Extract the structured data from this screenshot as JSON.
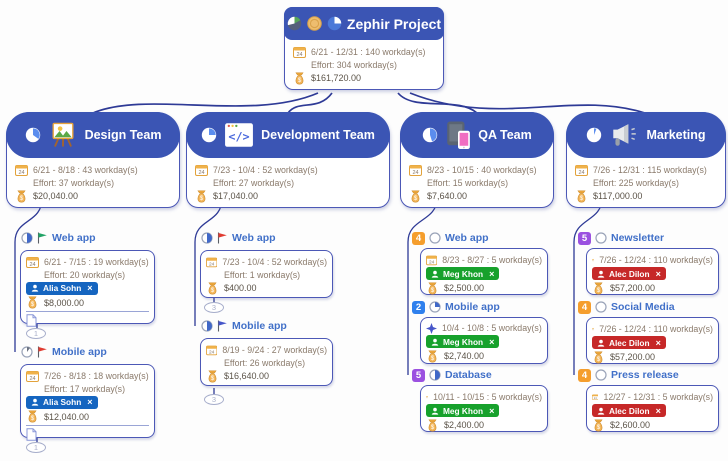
{
  "root": {
    "label": "Zephir Project",
    "date": "6/21 - 12/31 : 140 workday(s)",
    "effort": "Effort: 304 workday(s)",
    "cost": "$161,720.00"
  },
  "teams": [
    {
      "label": "Design Team",
      "icon": "easel-picture-icon",
      "pie": {
        "percent": 35,
        "color": "#5B8DEE"
      },
      "date": "6/21 - 8/18 : 43 workday(s)",
      "effort": "Effort: 37 workday(s)",
      "cost": "$20,040.00",
      "tasks": [
        {
          "label": "Web app",
          "progress": {
            "percent": 50,
            "color": "#4169C8"
          },
          "flag_color": "#21A366",
          "date": "6/21 - 7/15 : 19 workday(s)",
          "effort": "Effort: 20 workday(s)",
          "assignee": "Alia Sohn",
          "tag_color": "#1565C0",
          "remove_label": "×",
          "cost": "$8,000.00",
          "hidden_count": "1"
        },
        {
          "label": "Mobile app",
          "progress": {
            "percent": 10,
            "color": "#6B7280"
          },
          "flag_color": "#E03C31",
          "date": "7/26 - 8/18 : 18 workday(s)",
          "effort": "Effort: 17 workday(s)",
          "assignee": "Alia Sohn",
          "tag_color": "#1565C0",
          "remove_label": "×",
          "cost": "$12,040.00",
          "hidden_count": "1"
        }
      ]
    },
    {
      "label": "Development Team",
      "icon": "code-window-icon",
      "pie": {
        "percent": 25,
        "color": "#5B8DEE"
      },
      "date": "7/23 - 10/4 : 52 workday(s)",
      "effort": "Effort: 27 workday(s)",
      "cost": "$17,040.00",
      "tasks": [
        {
          "label": "Web app",
          "progress": {
            "percent": 50,
            "color": "#4169C8"
          },
          "flag_color": "#E03C31",
          "date": "7/23 - 10/4 : 52 workday(s)",
          "effort": "Effort: 1 workday(s)",
          "cost": "$400.00",
          "hidden_count": "3"
        },
        {
          "label": "Mobile app",
          "progress": {
            "percent": 50,
            "color": "#4169C8"
          },
          "flag_color": "#4656C9",
          "date": "8/19 - 9/24 : 27 workday(s)",
          "effort": "Effort: 26 workday(s)",
          "cost": "$16,640.00",
          "hidden_count": "3"
        }
      ]
    },
    {
      "label": "QA Team",
      "icon": "devices-icon",
      "pie": {
        "percent": 45,
        "color": "#5B8DEE"
      },
      "date": "8/23 - 10/15 : 40 workday(s)",
      "effort": "Effort: 15 workday(s)",
      "cost": "$7,640.00",
      "tasks": [
        {
          "label": "Web app",
          "badge": {
            "text": "4",
            "color": "#F59E2D"
          },
          "progress": {
            "percent": 0,
            "color": "#4169C8"
          },
          "date": "8/23 - 8/27 : 5 workday(s)",
          "assignee": "Meg Khon",
          "tag_color": "#17A12C",
          "remove_label": "×",
          "cost": "$2,500.00"
        },
        {
          "label": "Mobile app",
          "badge": {
            "text": "2",
            "color": "#2F80ED"
          },
          "progress": {
            "percent": 25,
            "color": "#4169C8"
          },
          "date_icon": "milestone-diamond",
          "date": "10/4 - 10/8 : 5 workday(s)",
          "assignee": "Meg Khon",
          "tag_color": "#17A12C",
          "remove_label": "×",
          "cost": "$2,740.00"
        },
        {
          "label": "Database",
          "badge": {
            "text": "5",
            "color": "#9B51E0"
          },
          "progress": {
            "percent": 50,
            "color": "#4169C8"
          },
          "date": "10/11 - 10/15 : 5 workday(s)",
          "assignee": "Meg Khon",
          "tag_color": "#17A12C",
          "remove_label": "×",
          "cost": "$2,400.00"
        }
      ]
    },
    {
      "label": "Marketing",
      "icon": "megaphone-icon",
      "pie": {
        "percent": 6,
        "color": "#5B8DEE"
      },
      "date": "7/26 - 12/31 : 115 workday(s)",
      "effort": "Effort: 225 workday(s)",
      "cost": "$117,000.00",
      "tasks": [
        {
          "label": "Newsletter",
          "badge": {
            "text": "5",
            "color": "#9B51E0"
          },
          "progress": {
            "percent": 0,
            "color": "#4169C8"
          },
          "date": "7/26 - 12/24 : 110 workday(s)",
          "assignee": "Alec Dilon",
          "tag_color": "#C62828",
          "remove_label": "×",
          "cost": "$57,200.00"
        },
        {
          "label": "Social Media",
          "badge": {
            "text": "4",
            "color": "#F59E2D"
          },
          "progress": {
            "percent": 0,
            "color": "#4169C8"
          },
          "date": "7/26 - 12/24 : 110 workday(s)",
          "assignee": "Alec Dilon",
          "tag_color": "#C62828",
          "remove_label": "×",
          "cost": "$57,200.00"
        },
        {
          "label": "Press release",
          "badge": {
            "text": "4",
            "color": "#F59E2D"
          },
          "progress": {
            "percent": 0,
            "color": "#4169C8"
          },
          "date": "12/27 - 12/31 : 5 workday(s)",
          "assignee": "Alec Dilon",
          "tag_color": "#C62828",
          "remove_label": "×",
          "cost": "$2,600.00"
        }
      ]
    }
  ],
  "colors": {
    "topic_fill": "#3B55B4",
    "topic_border": "#4C58B6",
    "connector": "#2E3A96",
    "task_title_text": "#4170C8",
    "detail_text": "#8A7A6B",
    "cost_text": "#5B5348"
  }
}
